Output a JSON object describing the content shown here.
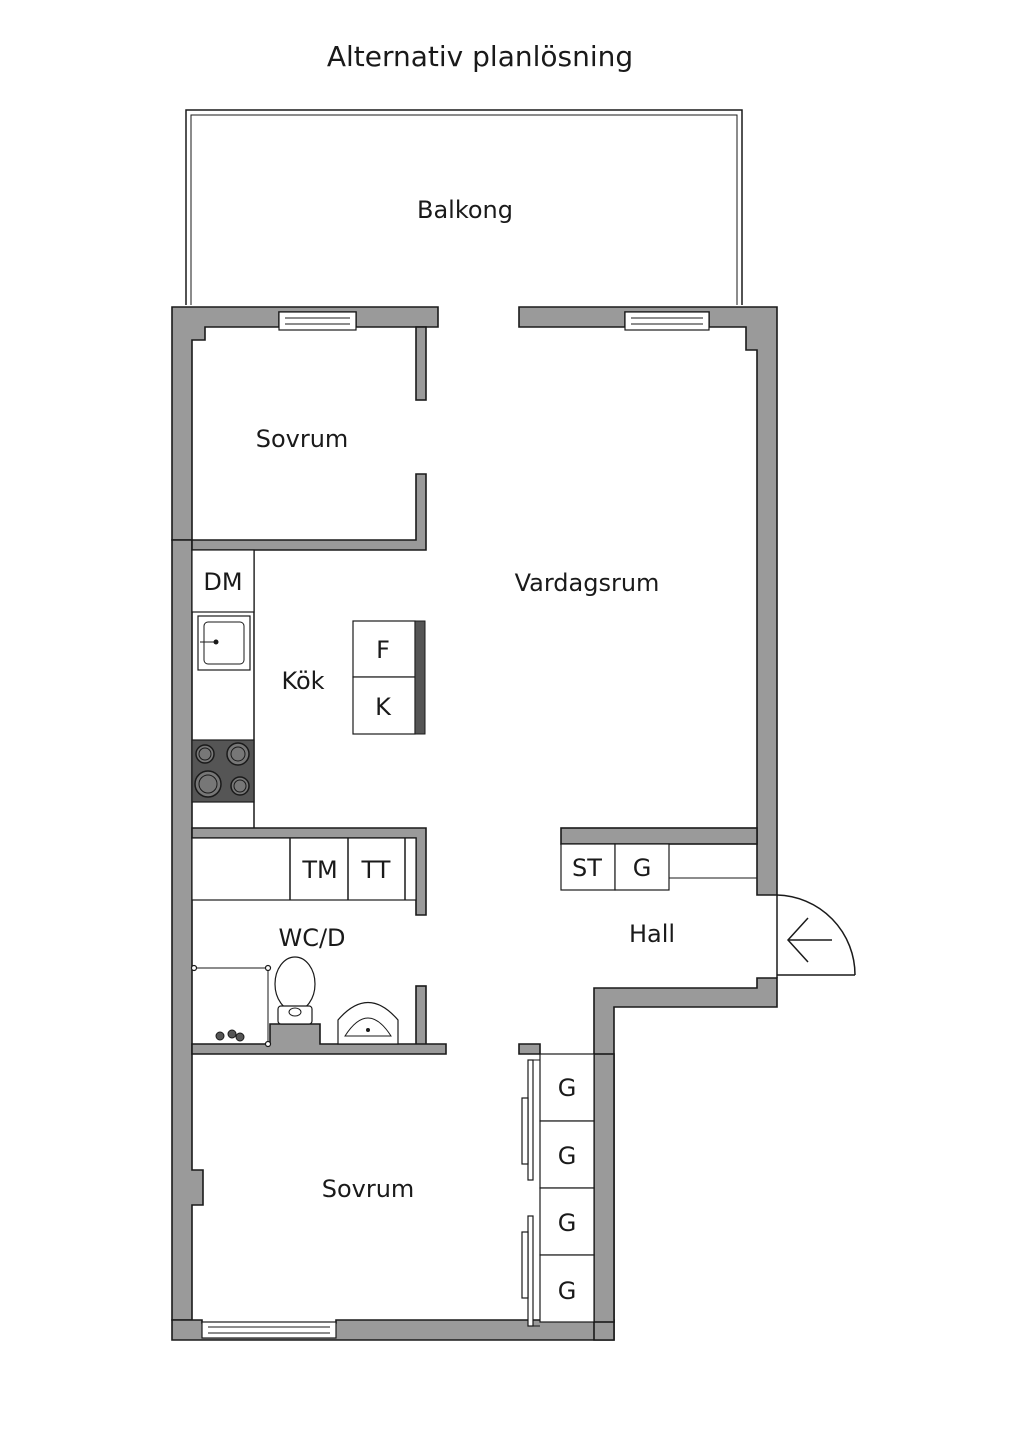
{
  "title": "Alternativ planlösning",
  "rooms": {
    "balcony": "Balkong",
    "bedroom_top": "Sovrum",
    "living_room": "Vardagsrum",
    "kitchen": "Kök",
    "bathroom": "WC/D",
    "hall": "Hall",
    "bedroom_bottom": "Sovrum"
  },
  "fixtures": {
    "dishwasher": "DM",
    "fridge": "F",
    "freezer": "K",
    "washing_machine": "TM",
    "tumble_dryer": "TT",
    "hall_storage": "ST",
    "hall_wardrobe": "G",
    "wardrobes": [
      "G",
      "G",
      "G",
      "G"
    ]
  },
  "colors": {
    "wall": "#9a9a9a",
    "line": "#1a1a1a",
    "stove": "#555555"
  }
}
